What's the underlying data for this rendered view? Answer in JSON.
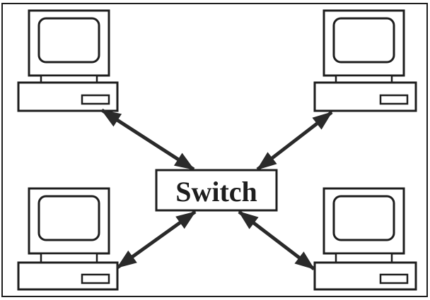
{
  "diagram": {
    "switch": {
      "label": "Switch"
    },
    "computers": [
      {
        "position": "top-left"
      },
      {
        "position": "top-right"
      },
      {
        "position": "bottom-left"
      },
      {
        "position": "bottom-right"
      }
    ],
    "links": [
      {
        "from": "top-left",
        "to": "switch",
        "direction": "bidirectional"
      },
      {
        "from": "top-right",
        "to": "switch",
        "direction": "bidirectional"
      },
      {
        "from": "bottom-left",
        "to": "switch",
        "direction": "bidirectional"
      },
      {
        "from": "bottom-right",
        "to": "switch",
        "direction": "bidirectional"
      }
    ],
    "colors": {
      "stroke": "#1e1e1e",
      "arrow": "#2a2a2a",
      "fill": "#ffffff"
    }
  }
}
